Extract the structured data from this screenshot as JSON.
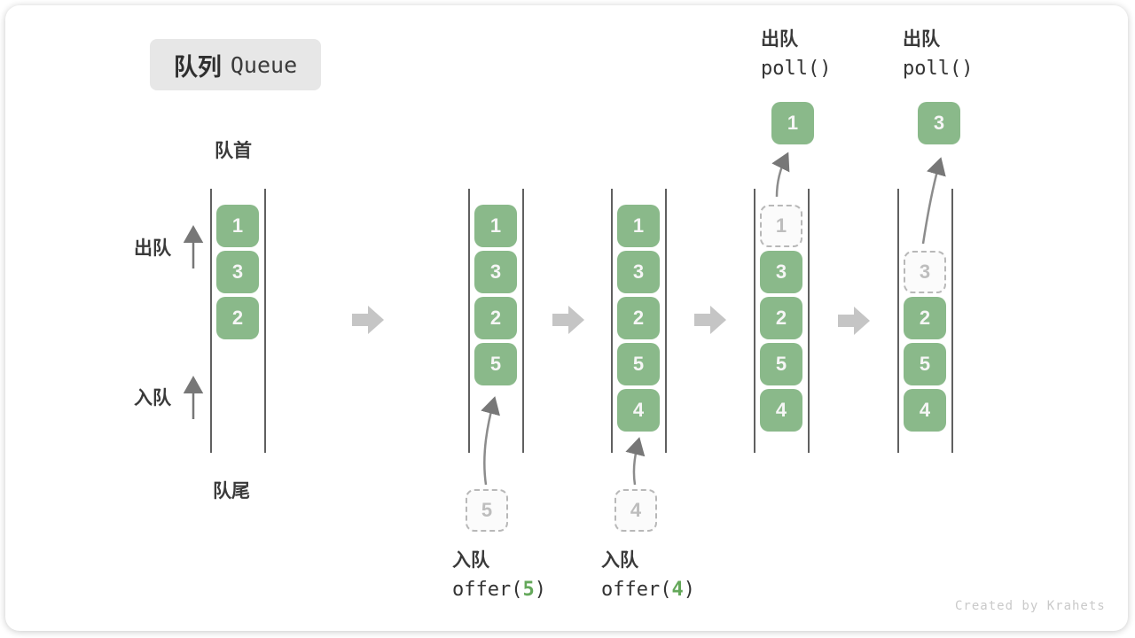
{
  "title": {
    "zh": "队列",
    "en": "Queue"
  },
  "labels": {
    "front": "队首",
    "rear": "队尾",
    "dequeue": "出队",
    "enqueue": "入队"
  },
  "watermark": "Created by Krahets",
  "colors": {
    "cell_green": "#8ab98a",
    "dashed_gray": "#b8b8b8",
    "wall_gray": "#606060",
    "thin_arrow_gray": "#8c8c8c",
    "block_arrow_gray": "#c5c5c5",
    "text_dark": "#3a3a3a",
    "code_arg_green": "#64a85a",
    "badge_bg": "#e7e7e7"
  },
  "states": [
    {
      "name": "initial",
      "items": [
        {
          "v": "1"
        },
        {
          "v": "3"
        },
        {
          "v": "2"
        }
      ]
    },
    {
      "name": "after-offer-5",
      "items": [
        {
          "v": "1"
        },
        {
          "v": "3"
        },
        {
          "v": "2"
        },
        {
          "v": "5"
        }
      ],
      "incoming": {
        "v": "5"
      },
      "op": {
        "zh": "入队",
        "fn": "offer(",
        "arg": "5",
        "close": ")"
      }
    },
    {
      "name": "after-offer-4",
      "items": [
        {
          "v": "1"
        },
        {
          "v": "3"
        },
        {
          "v": "2"
        },
        {
          "v": "5"
        },
        {
          "v": "4"
        }
      ],
      "incoming": {
        "v": "4"
      },
      "op": {
        "zh": "入队",
        "fn": "offer(",
        "arg": "4",
        "close": ")"
      }
    },
    {
      "name": "after-poll-1",
      "removed": {
        "v": "1"
      },
      "items": [
        {
          "v": "3"
        },
        {
          "v": "2"
        },
        {
          "v": "5"
        },
        {
          "v": "4"
        }
      ],
      "out": {
        "v": "1"
      },
      "op": {
        "zh": "出队",
        "code": "poll()"
      }
    },
    {
      "name": "after-poll-3",
      "removed": {
        "v": "3"
      },
      "items": [
        {
          "v": "2"
        },
        {
          "v": "5"
        },
        {
          "v": "4"
        }
      ],
      "out": {
        "v": "3"
      },
      "op": {
        "zh": "出队",
        "code": "poll()"
      }
    }
  ]
}
